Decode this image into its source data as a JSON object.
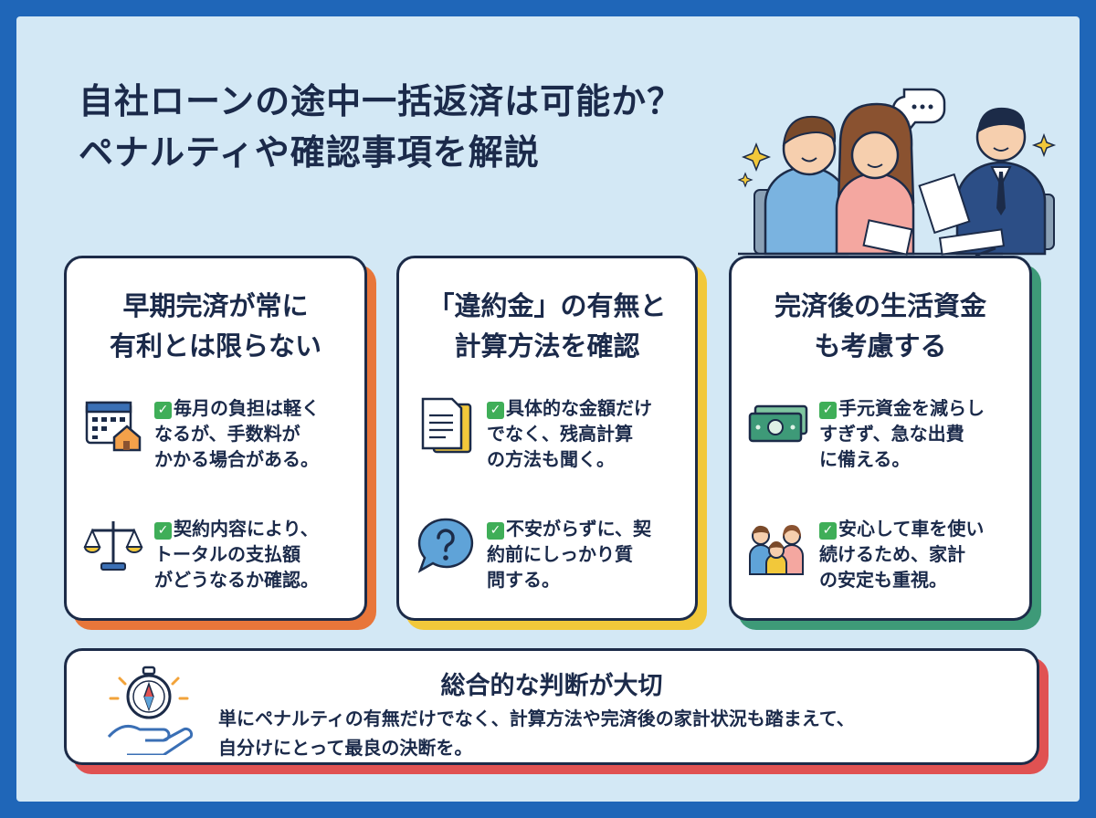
{
  "header": {
    "title_line1": "自社ローンの途中一括返済は可能か？",
    "title_line2": "ペナルティや確認事項を解説"
  },
  "cards": [
    {
      "title_line1": "早期完済が常に",
      "title_line2": "有利とは限らない",
      "accent": "#e8763a",
      "items": [
        {
          "icon": "calendar-house-icon",
          "lines": [
            "毎月の負担は軽く",
            "なるが、手数料が",
            "かかる場合がある。"
          ]
        },
        {
          "icon": "scales-icon",
          "lines": [
            "契約内容により、",
            "トータルの支払額",
            "がどうなるか確認。"
          ]
        }
      ]
    },
    {
      "title_line1": "「違約金」の有無と",
      "title_line2": "計算方法を確認",
      "accent": "#f2c83a",
      "items": [
        {
          "icon": "document-icon",
          "lines": [
            "具体的な金額だけ",
            "でなく、残高計算",
            "の方法も聞く。"
          ]
        },
        {
          "icon": "question-bubble-icon",
          "lines": [
            "不安がらずに、契",
            "約前にしっかり質",
            "問する。"
          ]
        }
      ]
    },
    {
      "title_line1": "完済後の生活資金",
      "title_line2": "も考慮する",
      "accent": "#3e9a78",
      "items": [
        {
          "icon": "banknote-icon",
          "lines": [
            "手元資金を減らし",
            "すぎず、急な出費",
            "に備える。"
          ]
        },
        {
          "icon": "family-icon",
          "lines": [
            "安心して車を使い",
            "続けるため、家計",
            "の安定も重視。"
          ]
        }
      ]
    }
  ],
  "summary": {
    "title": "総合的な判断が大切",
    "line1": "単にペナルティの有無だけでなく、計算方法や完済後の家計状況も踏まえて、",
    "line2": "自分けにとって最良の決断を。",
    "icon": "compass-hand-icon",
    "accent": "#e05252"
  },
  "colors": {
    "frame": "#1f66b8",
    "background": "#d3e8f5",
    "text": "#1b2a4a",
    "check": "#3fae58"
  }
}
